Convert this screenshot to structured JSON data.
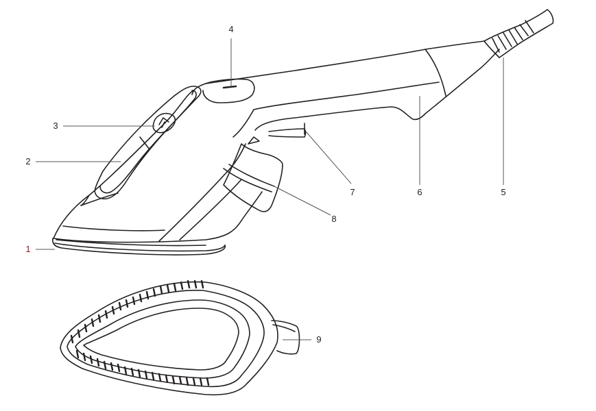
{
  "callouts": [
    {
      "id": "1",
      "text": "1",
      "color": "#8a1c2a"
    },
    {
      "id": "2",
      "text": "2",
      "color": "#231f20"
    },
    {
      "id": "3",
      "text": "3",
      "color": "#231f20"
    },
    {
      "id": "4",
      "text": "4",
      "color": "#231f20"
    },
    {
      "id": "5",
      "text": "5",
      "color": "#231f20"
    },
    {
      "id": "6",
      "text": "6",
      "color": "#231f20"
    },
    {
      "id": "7",
      "text": "7",
      "color": "#231f20"
    },
    {
      "id": "8",
      "text": "8",
      "color": "#231f20"
    },
    {
      "id": "9",
      "text": "9",
      "color": "#231f20"
    }
  ],
  "colors": {
    "ink": "#231f20",
    "leader": "#555555",
    "background": "#ffffff"
  },
  "icons": {
    "power_button": "steam-button-icon"
  }
}
